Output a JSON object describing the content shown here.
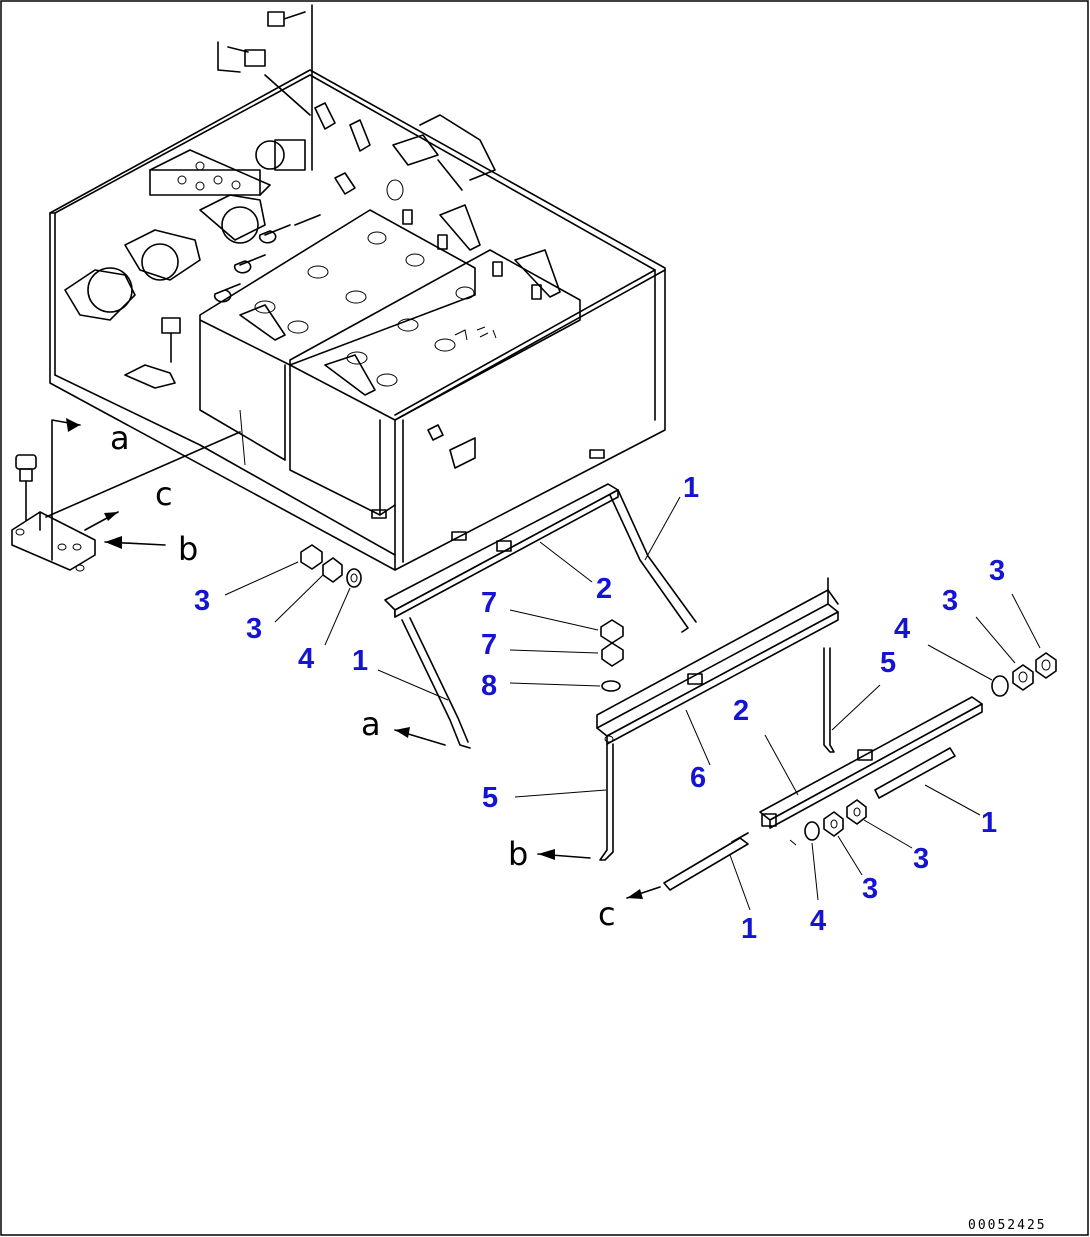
{
  "diagram": {
    "drawing_number": "00052425",
    "callouts": [
      {
        "id": "c1a",
        "text": "1"
      },
      {
        "id": "c2a",
        "text": "2"
      },
      {
        "id": "c3a",
        "text": "3"
      },
      {
        "id": "c3b",
        "text": "3"
      },
      {
        "id": "c4a",
        "text": "4"
      },
      {
        "id": "c1b",
        "text": "1"
      },
      {
        "id": "c7a",
        "text": "7"
      },
      {
        "id": "c7b",
        "text": "7"
      },
      {
        "id": "c8a",
        "text": "8"
      },
      {
        "id": "c5a",
        "text": "5"
      },
      {
        "id": "c6a",
        "text": "6"
      },
      {
        "id": "c3c",
        "text": "3"
      },
      {
        "id": "c3d",
        "text": "3"
      },
      {
        "id": "c4b",
        "text": "4"
      },
      {
        "id": "c5b",
        "text": "5"
      },
      {
        "id": "c2b",
        "text": "2"
      },
      {
        "id": "c1c",
        "text": "1"
      },
      {
        "id": "c3e",
        "text": "3"
      },
      {
        "id": "c3f",
        "text": "3"
      },
      {
        "id": "c1d",
        "text": "1"
      },
      {
        "id": "c4c",
        "text": "4"
      }
    ],
    "reference_letters": [
      {
        "id": "ra1",
        "text": "a"
      },
      {
        "id": "rc1",
        "text": "c"
      },
      {
        "id": "rb1",
        "text": "b"
      },
      {
        "id": "ra2",
        "text": "a"
      },
      {
        "id": "rb2",
        "text": "b"
      },
      {
        "id": "rc2",
        "text": "c"
      }
    ]
  }
}
